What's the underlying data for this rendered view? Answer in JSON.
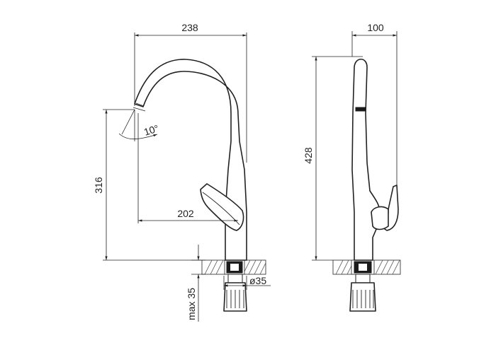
{
  "drawing": {
    "dimensions": {
      "width_front": "238",
      "depth_side": "100",
      "spout_angle": "10°",
      "reach": "202",
      "height_under_spout": "316",
      "total_height": "428",
      "mount_diameter": "ø35",
      "max_counter_thickness": "max 35"
    }
  }
}
